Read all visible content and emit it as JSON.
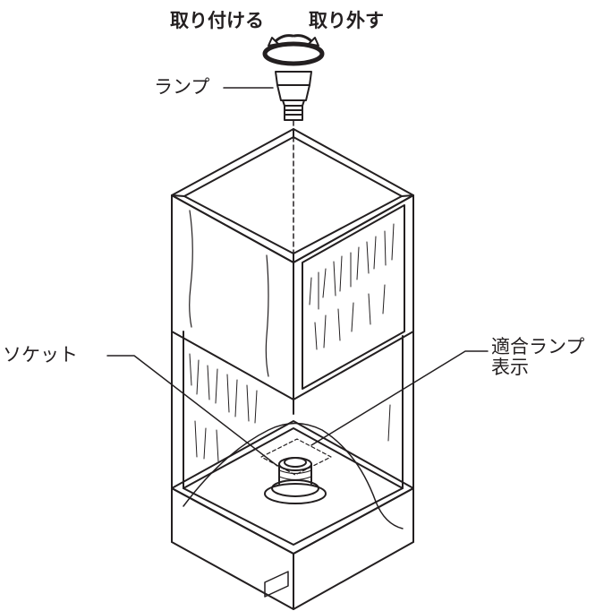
{
  "labels": {
    "attach": "取り付ける",
    "remove": "取り外す",
    "lamp": "ランプ",
    "socket": "ソケット",
    "compatible_lamp_line1": "適合ランプ",
    "compatible_lamp_line2": "表示"
  },
  "colors": {
    "stroke": "#231f20",
    "background": "#ffffff"
  },
  "icons": [
    "rotate-arrows-icon"
  ]
}
